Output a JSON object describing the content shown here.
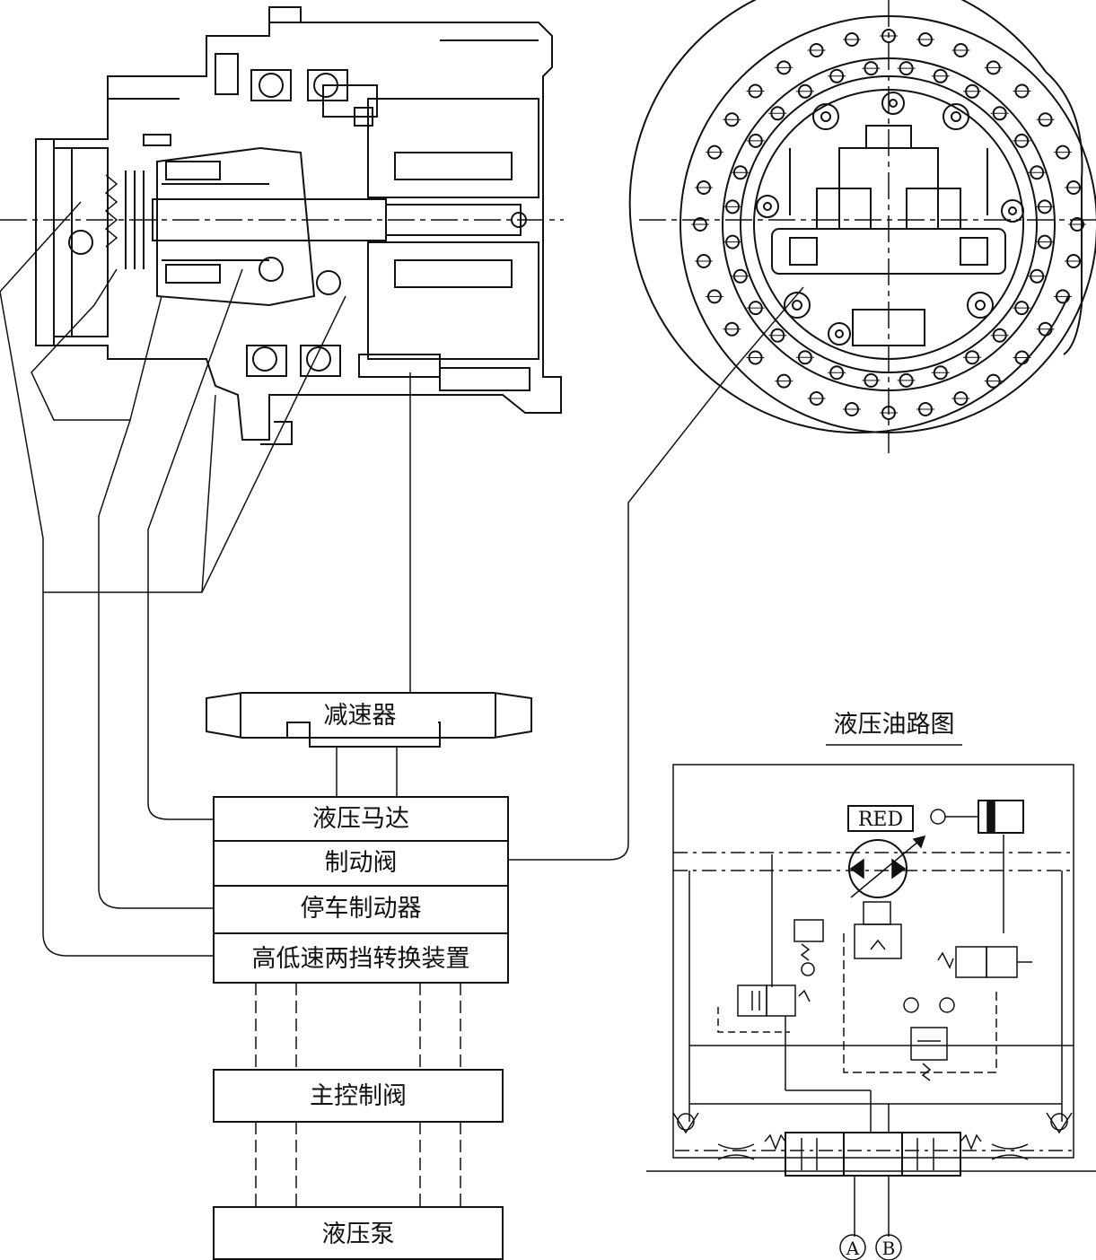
{
  "components": {
    "reducer": "减速器",
    "hydraulic_motor": "液压马达",
    "brake_valve": "制动阀",
    "parking_brake": "停车制动器",
    "two_speed_switch": "高低速两挡转换装置",
    "main_control_valve": "主控制阀",
    "hydraulic_pump": "液压泵"
  },
  "schematic": {
    "title": "液压油路图",
    "red_label": "RED",
    "port_a": "A",
    "port_b": "B"
  }
}
